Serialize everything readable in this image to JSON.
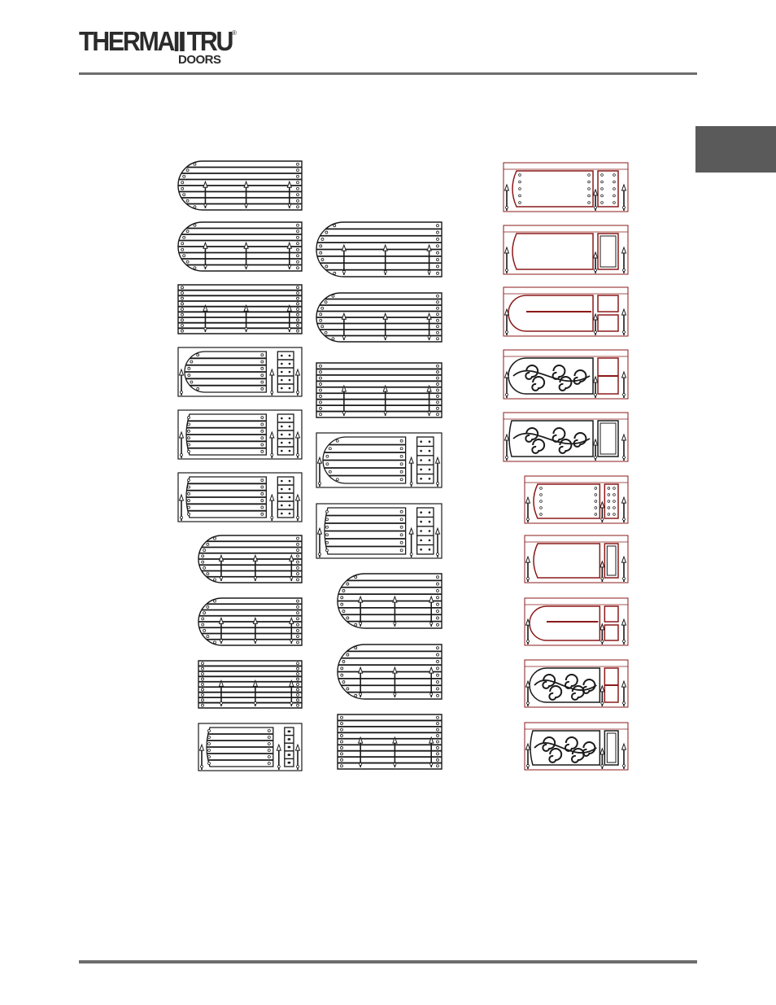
{
  "header": {
    "brand_main_left": "THERMA",
    "brand_main_right": "TRU",
    "brand_sub": "DOORS",
    "registered_mark": "®"
  },
  "colors": {
    "rule": "#6d6d6d",
    "tab": "#5a5a5a",
    "ink": "#1a1a1a",
    "frame_red": "#8b1a1a"
  },
  "panels": {
    "left_column": [
      "arch-slats-rods",
      "arch-slats-rods",
      "square-slats-rods",
      "split-arch-slats",
      "straight-arch-slats",
      "split-straight-slats",
      "arch-slats-rods",
      "arch-slats-rods",
      "square-slats-rods",
      "split-straight-slats"
    ],
    "middle_column": [
      "arch-slats-rods",
      "arch-slats-rods",
      "square-slats-rods",
      "split-arch-slats",
      "split-straight-slats",
      "arch-slats-rods",
      "arch-slats-rods",
      "square-slats-rods"
    ],
    "right_column": [
      "rivet-panel",
      "raised-panel",
      "double-arch-panel",
      "scroll-grille-panel",
      "scroll-ironwork-panel",
      "rivet-panel",
      "raised-panel",
      "double-arch-panel",
      "scroll-grille-panel",
      "scroll-ironwork-panel"
    ]
  }
}
